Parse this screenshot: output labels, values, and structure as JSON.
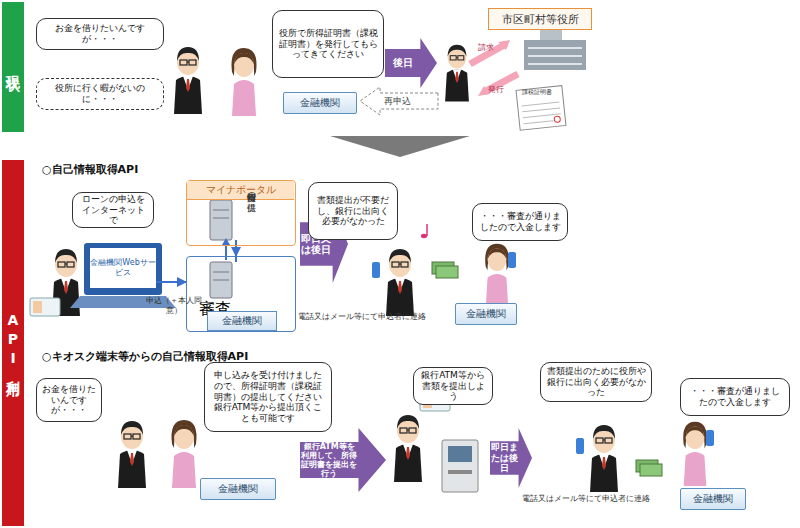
{
  "diagram": {
    "nodes": [
      {
        "text": [
          "現状"
        ]
      },
      {
        "text": [
          "お金を借りたいんですが・・・"
        ]
      },
      {
        "text": [
          "役所に行く暇がないのに・・・"
        ]
      },
      {
        "text": [
          "役所で所得証明書（課税証明書）を発行してもらってきてください"
        ]
      },
      {
        "text": [
          "金融機関"
        ]
      },
      {
        "text": [
          "後日"
        ]
      },
      {
        "text": [
          "市区町村等役所"
        ]
      },
      {
        "text": [
          "API利用"
        ]
      },
      {
        "text": [
          "ローンの申込をインターネットで"
        ]
      },
      {
        "text": [
          "金融機関Webサービス"
        ]
      },
      {
        "text": [
          "マイナポータル"
        ]
      },
      {
        "text": [
          "審査",
          "金融機関"
        ]
      },
      {
        "text": [
          "即日又は後日"
        ]
      },
      {
        "text": [
          "書類提出が不要だし、銀行に出向く必要がなかった"
        ]
      },
      {
        "text": [
          "・・・審査が通りましたので入金します"
        ]
      },
      {
        "text": [
          "金融機関"
        ]
      },
      {
        "text": [
          "お金を借りたいんですが・・・"
        ]
      },
      {
        "text": [
          "申し込みを受け付けましたので、所得証明書（課税証明書）の提出してください 銀行ATM等から提出頂くことも可能です"
        ]
      },
      {
        "text": [
          "金融機関"
        ]
      },
      {
        "text": [
          "銀行ATM等を利用して、所得証明書を提出を行う"
        ]
      },
      {
        "text": [
          "銀行ATM等から書類を提出しよう"
        ]
      },
      {
        "text": [
          "即日または後日"
        ]
      },
      {
        "text": [
          "書類提出のために役所や銀行に出向く必要がなかった"
        ]
      },
      {
        "text": [
          "・・・審査が通りましたので入金します"
        ]
      },
      {
        "text": [
          "金融機関"
        ]
      }
    ],
    "edges": [
      {
        "from": 10,
        "to": 11,
        "label": "所得情報の提供",
        "arrow": "to"
      },
      {
        "from": 9,
        "to": 11,
        "label": "申込（＋本人同意）",
        "arrow": "to"
      }
    ],
    "labels": [
      "請求",
      "発行",
      "課税証明書",
      "再申込",
      "○自己情報取得API",
      "電話又はメール等にて申込者に連絡",
      "○キオスク端末等からの自己情報取得API",
      "電話又はメール等にて申込者に連絡"
    ]
  }
}
